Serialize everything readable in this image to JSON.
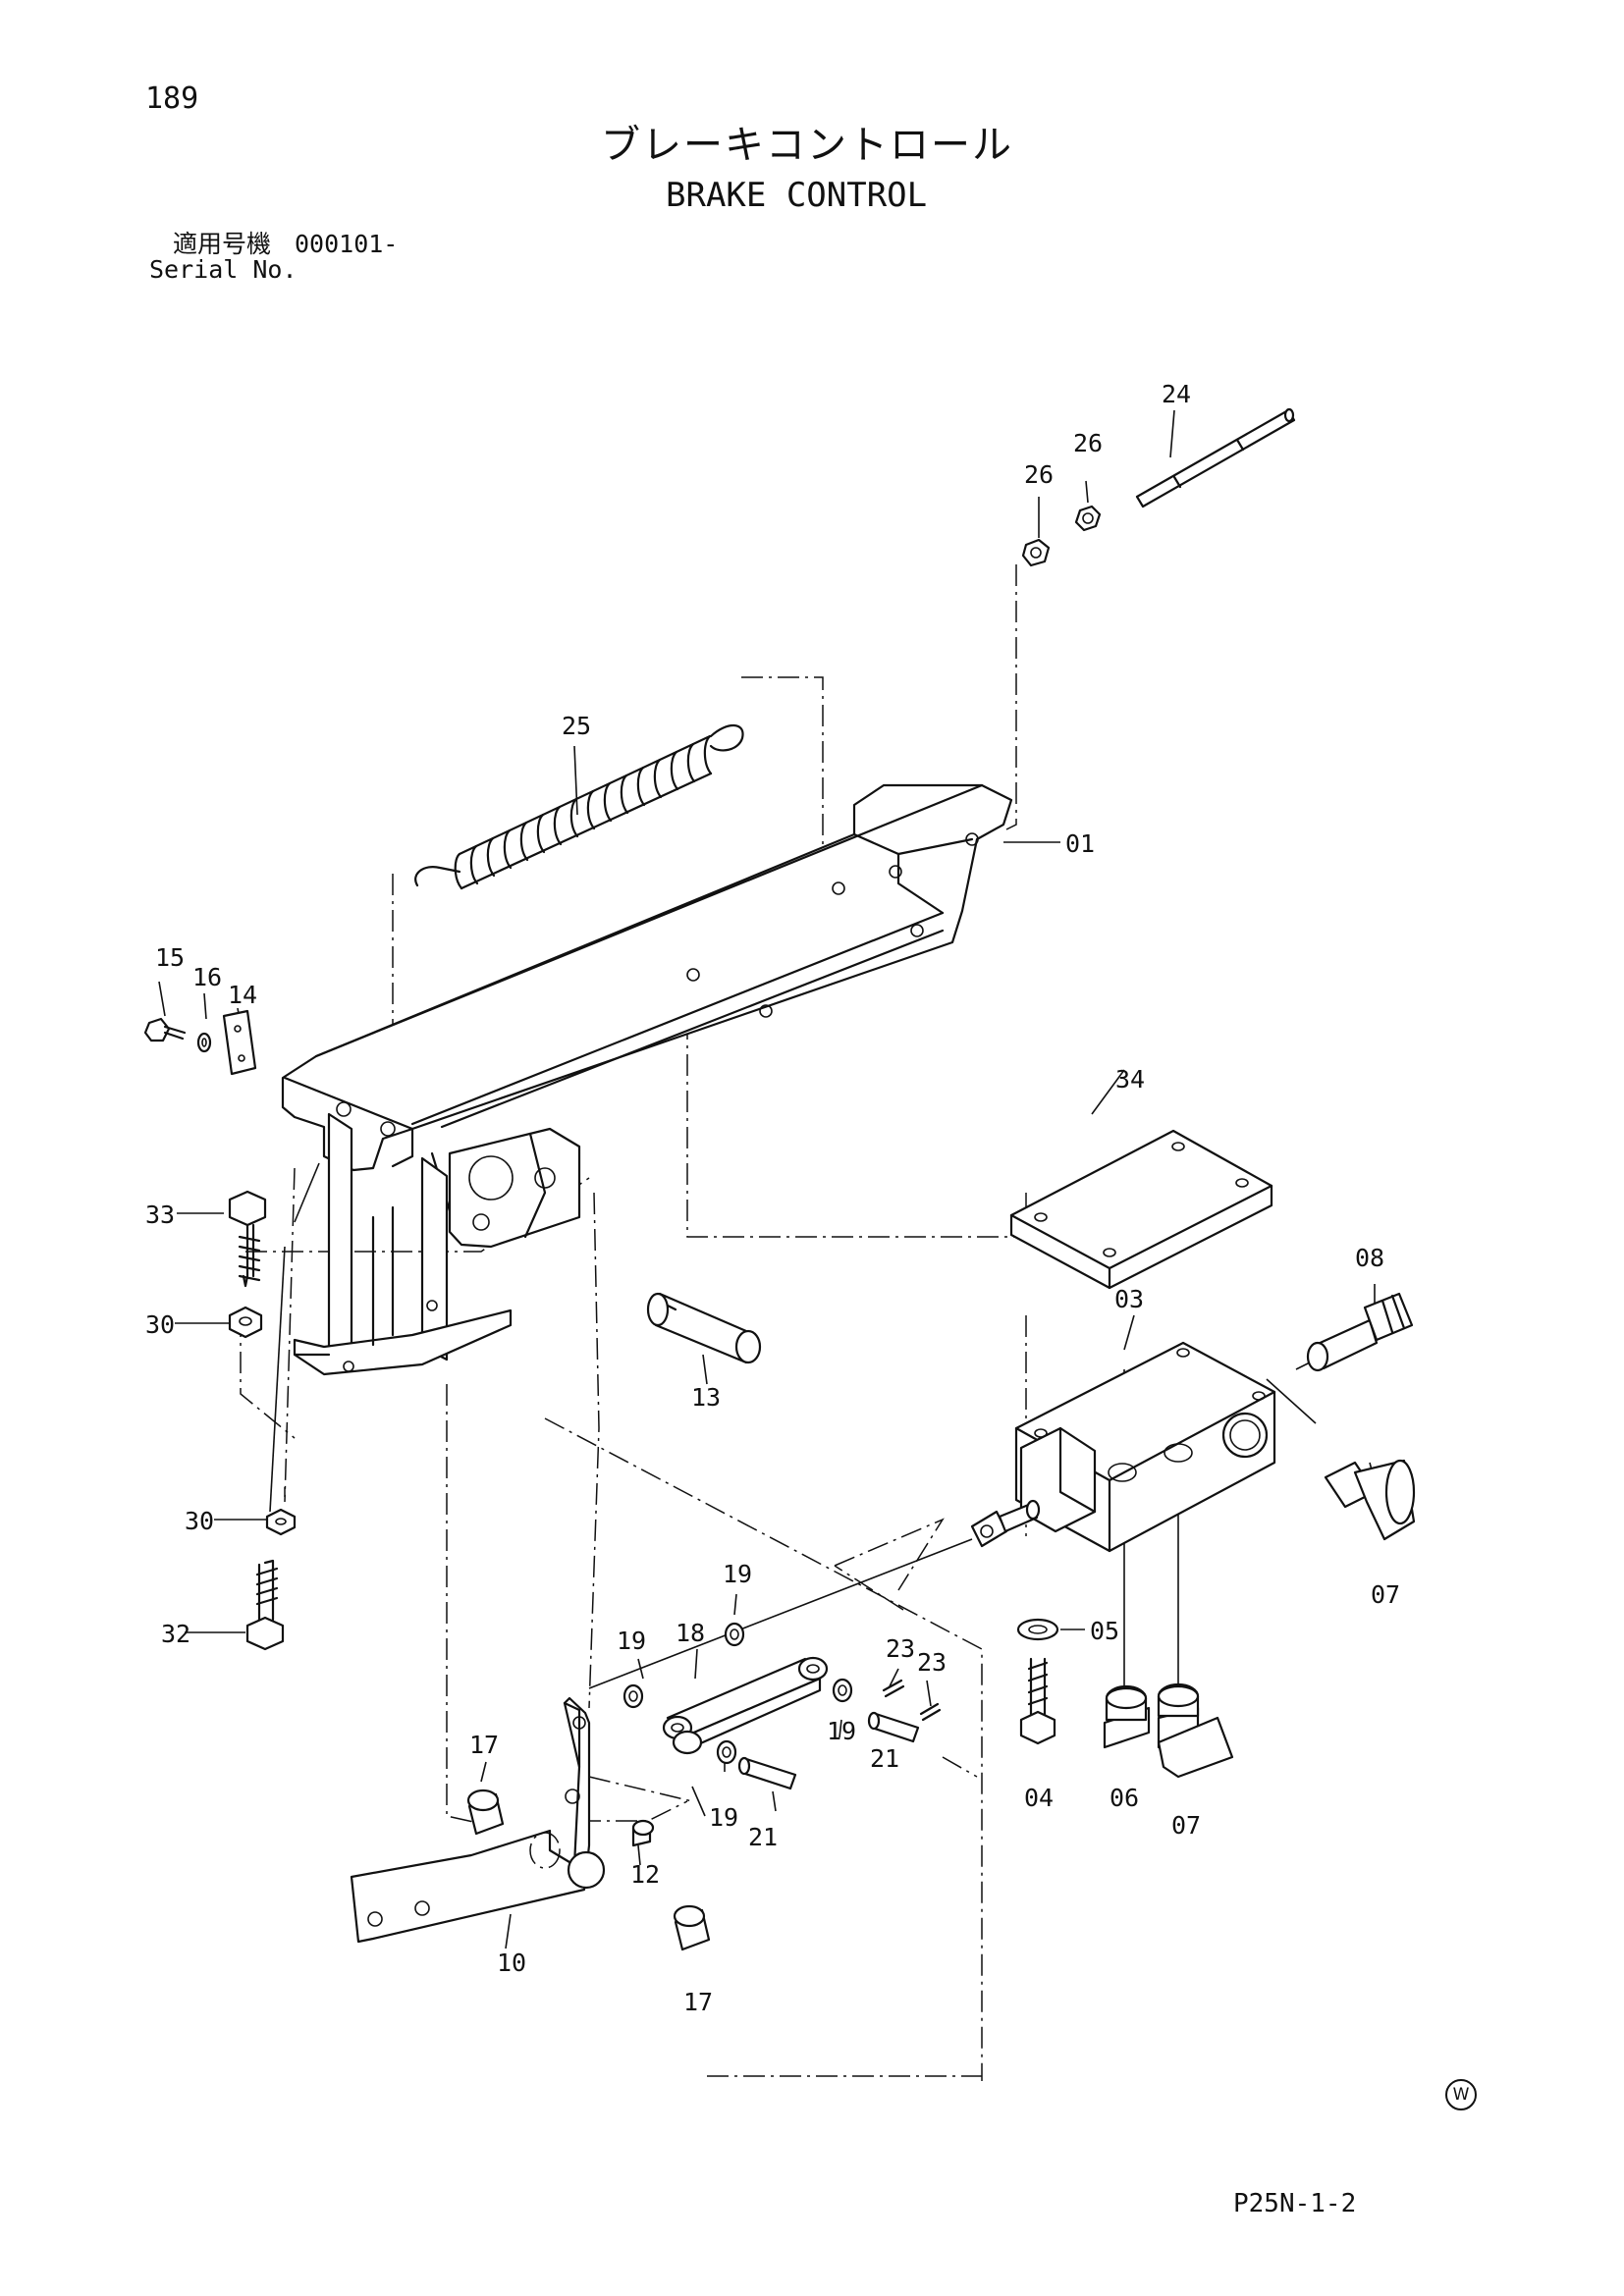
{
  "header": {
    "page_number": "189",
    "title_ja": "ブレーキコントロール",
    "title_en": "BRAKE CONTROL",
    "serial_label_ja": "適用号機",
    "serial_value": "000101-",
    "serial_label_en": "Serial No."
  },
  "footer": {
    "drawing_code": "P25N-1-2",
    "watermark_symbol": "W"
  },
  "parts": {
    "p01": "01",
    "p03": "03",
    "p04": "04",
    "p05": "05",
    "p06": "06",
    "p07": "07",
    "p08": "08",
    "p10": "10",
    "p12": "12",
    "p13": "13",
    "p14": "14",
    "p15": "15",
    "p16": "16",
    "p17": "17",
    "p18": "18",
    "p19": "19",
    "p21": "21",
    "p23": "23",
    "p24": "24",
    "p25": "25",
    "p26": "26",
    "p30": "30",
    "p32": "32",
    "p33": "33",
    "p34": "34"
  }
}
